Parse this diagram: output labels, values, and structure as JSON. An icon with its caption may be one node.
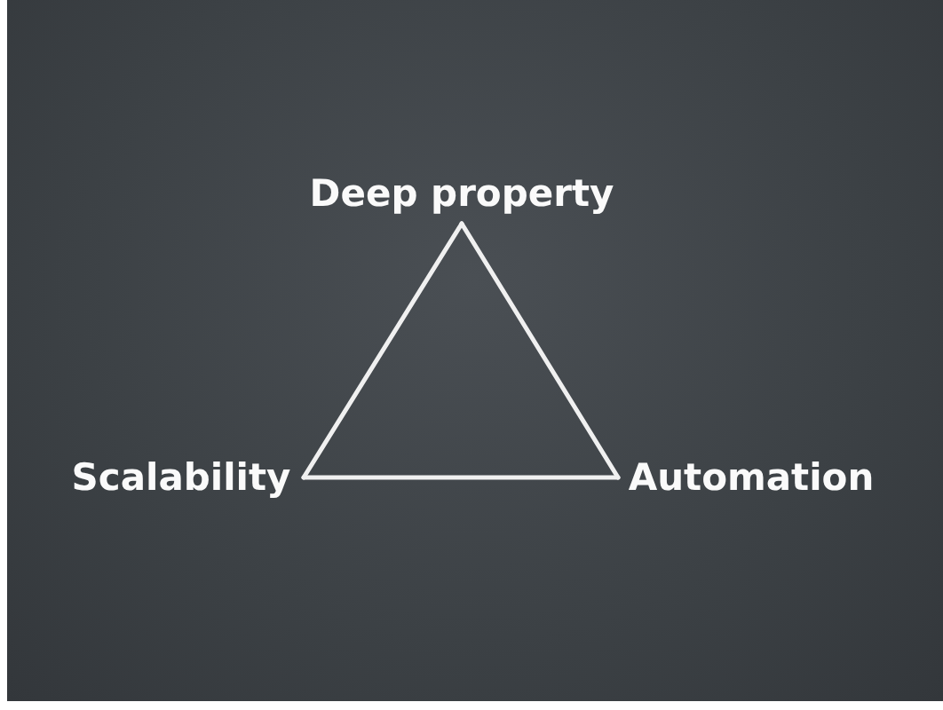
{
  "diagram": {
    "nodes": [
      {
        "text": [
          "Deep property"
        ]
      },
      {
        "text": [
          "Scalability"
        ]
      },
      {
        "text": [
          "Automation"
        ]
      }
    ],
    "edges": [
      {
        "from": 0,
        "to": 1,
        "arrow": "none"
      },
      {
        "from": 1,
        "to": 2,
        "arrow": "none"
      },
      {
        "from": 2,
        "to": 0,
        "arrow": "none"
      }
    ]
  }
}
